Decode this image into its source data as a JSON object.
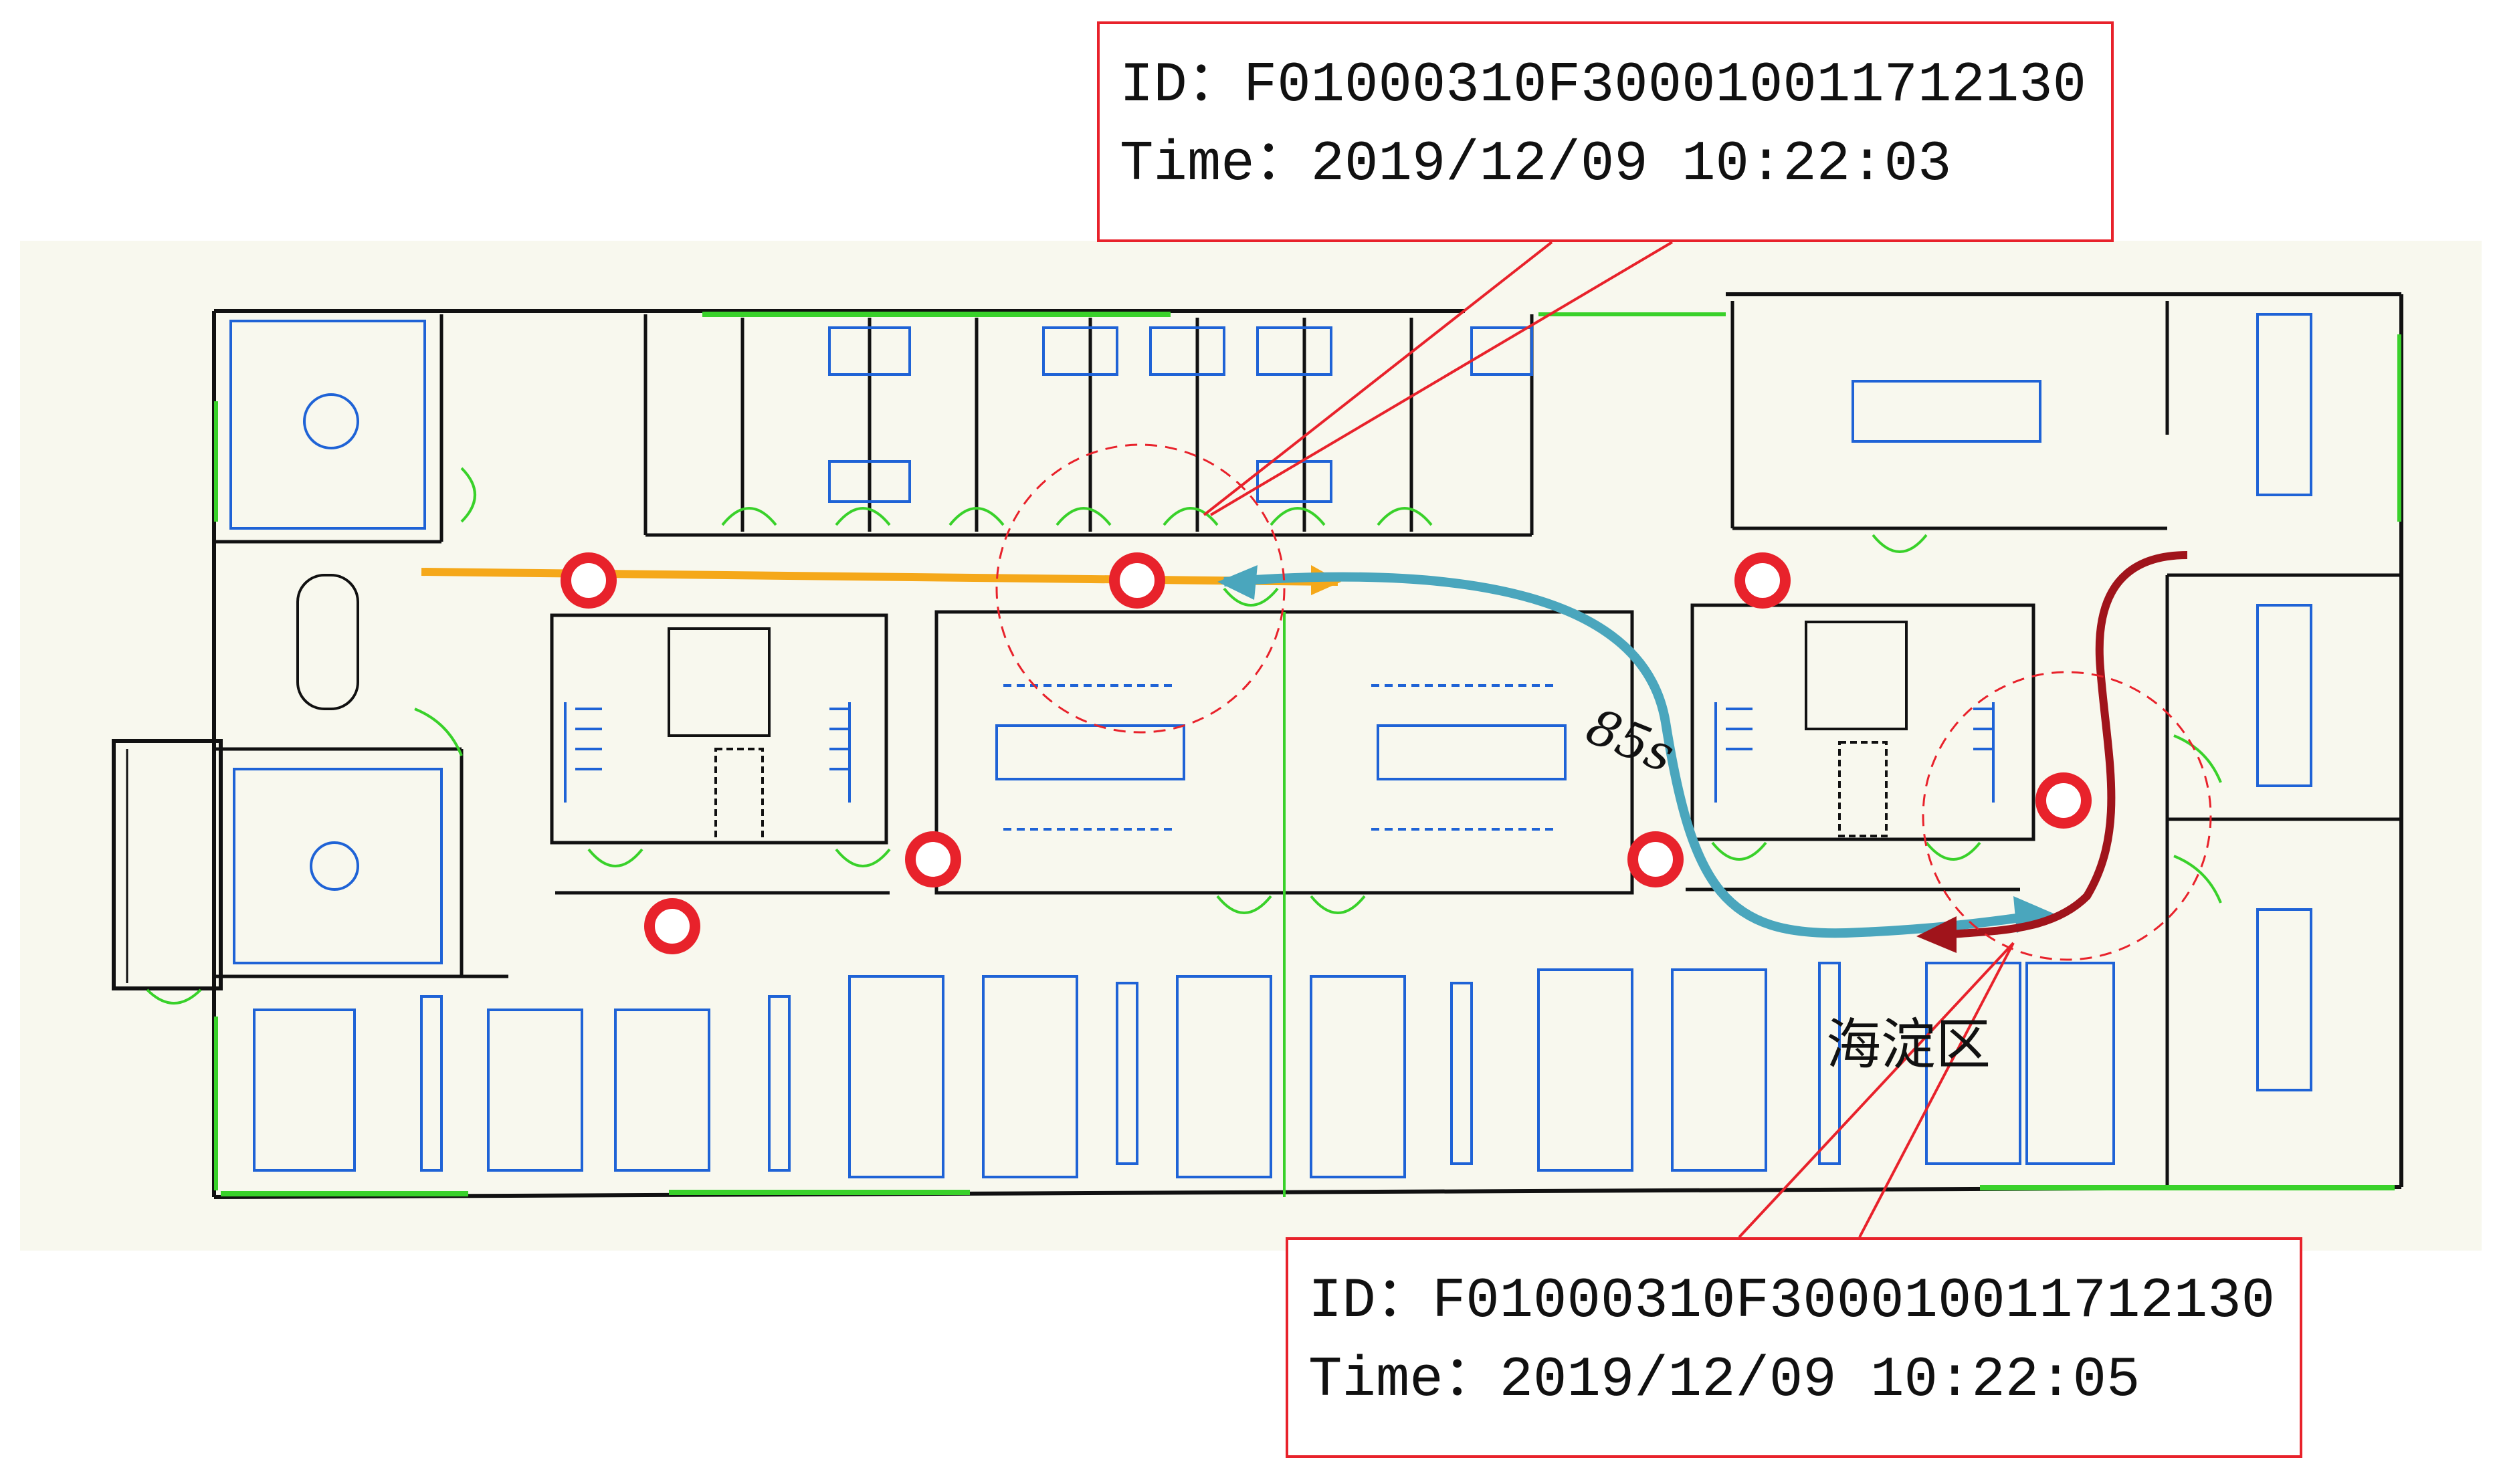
{
  "callouts": {
    "top": {
      "id_line": "ID：F01000310F300010011712130",
      "time_line": "Time：2019/12/09 10:22:03"
    },
    "bottom": {
      "id_line": "ID：F01000310F300010011712130",
      "time_line": "Time：2019/12/09 10:22:05"
    }
  },
  "floorplan": {
    "duration_label": "85s",
    "zone_label": "海淀区"
  },
  "colors": {
    "callout_border": "#e8222b",
    "wall": "#111111",
    "door": "#39d12a",
    "furniture": "#1f63d6",
    "path_orange": "#f5a81a",
    "path_teal": "#4aa6bd",
    "path_darkred": "#a0141b",
    "sensor": "#e8222b",
    "background": "#f8f8ee"
  }
}
